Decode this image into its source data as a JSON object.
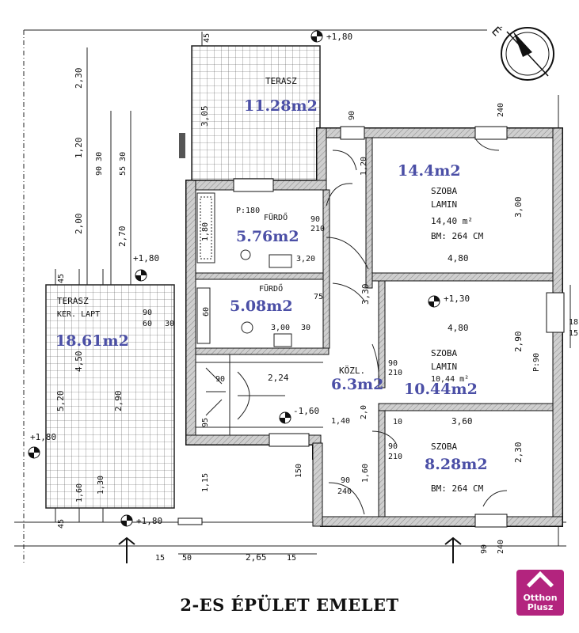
{
  "caption": "2-ES ÉPÜLET EMELET",
  "logo": {
    "line1": "Otthon",
    "line2": "Plusz"
  },
  "colors": {
    "area_label": "#4b4fa6",
    "logo_bg": "#b3247e",
    "wall_fill": "#bdbdbd"
  },
  "icons": [
    "compass-north-icon",
    "level-marker-icon",
    "house-roof-icon"
  ],
  "rooms": {
    "terasz_top": {
      "name": "TERASZ",
      "area": "11.28m2"
    },
    "szoba_1": {
      "name": "SZOBA",
      "floor": "LAMIN",
      "size": "14,40 m²",
      "height": "BM: 264 CM",
      "area": "14.4m2"
    },
    "furdo_1": {
      "name": "FÜRDŐ",
      "p": "P:180",
      "area": "5.76m2"
    },
    "furdo_2": {
      "name": "FÜRDŐ",
      "area": "5.08m2"
    },
    "terasz_left": {
      "name": "TERASZ",
      "sub": "KER. LAPT",
      "area": "18.61m2"
    },
    "kozl": {
      "name": "KÖZL.",
      "area": "6.3m2"
    },
    "szoba_2": {
      "name": "SZOBA",
      "floor": "LAMIN",
      "size": "10,44 m²",
      "area": "10.44m2"
    },
    "szoba_3": {
      "name": "SZOBA",
      "height": "BM: 264 CM",
      "area": "8.28m2"
    }
  },
  "levels": {
    "top": "+1,80",
    "left": "+1,80",
    "mid": "+1,30",
    "stair": "-1,60",
    "bottom": "+1,80",
    "far_left": "+1,80"
  },
  "dims": {
    "d_2_30": "2,30",
    "d_1_20": "1,20",
    "d_2_00": "2,00",
    "d_2_70": "2,70",
    "d_3_05": "3,05",
    "d_4_80_a": "4,80",
    "d_4_80_b": "4,80",
    "d_3_00": "3,00",
    "d_3_20": "3,20",
    "d_3_30": "3,30",
    "d_2_90": "2,90",
    "d_3_60": "3,60",
    "d_2_24": "2,24",
    "d_2_65": "2,65",
    "d_5_20": "5,20",
    "d_4_50": "4,50",
    "d_2_90b": "2,90",
    "d_1_60": "1,60",
    "d_2_30b": "2,30",
    "d_1_40": "1,40",
    "d_90_30": "90 30",
    "d_55_30": "55 30",
    "d_15": "15",
    "d_45": "45",
    "d_240": "240",
    "d_90": "90",
    "d_210": "210",
    "d_75": "75",
    "d_30": "30",
    "d_10": "10",
    "d_1_80": "1,80",
    "d_3_00b": "3,00",
    "d_60": "60",
    "d_1_15": "1,15",
    "d_150": "150",
    "d_1_30": "1,30",
    "d_18": "18",
    "d_p90": "P:90",
    "d_95": "95",
    "d_2_0": "2,0",
    "d_50": "50",
    "d_1_20b": "1,20"
  }
}
